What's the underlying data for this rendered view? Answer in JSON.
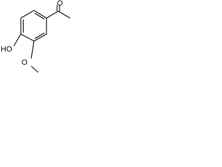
{
  "structure": {
    "atoms": {
      "carbonyl_oxygen": "O",
      "hydroxyl_group": "HO",
      "methoxy_oxygen": "O"
    },
    "colors": {
      "background": "#ffffff",
      "bond": "#000000",
      "text": "#000000"
    }
  }
}
